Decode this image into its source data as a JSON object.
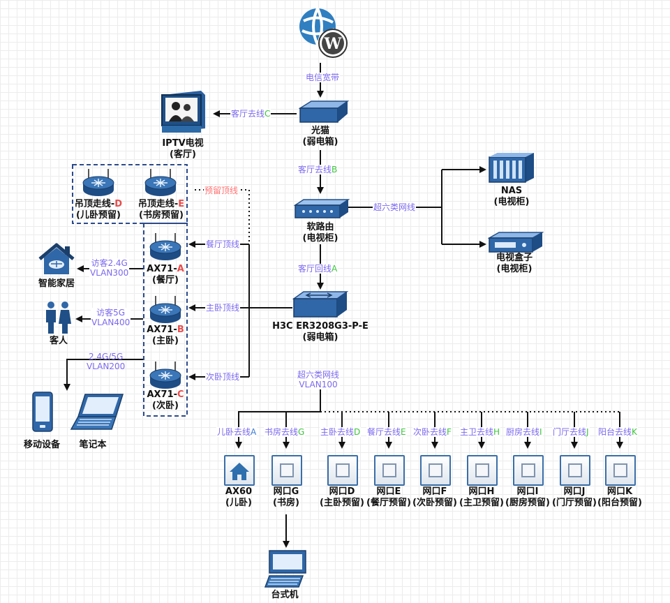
{
  "internet": {
    "label": "电信宽带"
  },
  "iptv": {
    "name": "IPTV电视",
    "location": "(客厅)",
    "link_label": "客厅去线",
    "link_letter": "C"
  },
  "modem": {
    "name": "光猫",
    "location": "(弱电箱)"
  },
  "link_b": {
    "label": "客厅去线",
    "letter": "B"
  },
  "soft_router": {
    "name": "软路由",
    "location": "(电视柜)",
    "link_label": "超六类网线"
  },
  "nas": {
    "name": "NAS",
    "location": "(电视柜)"
  },
  "tvbox": {
    "name": "电视盒子",
    "location": "(电视柜)"
  },
  "link_a": {
    "label": "客厅回线",
    "letter": "A"
  },
  "h3c": {
    "name": "H3C ER3208G3-P-E",
    "location": "(弱电箱)"
  },
  "main_cable": {
    "line1": "超六类网线",
    "line2": "VLAN100"
  },
  "ceiling_reserved": {
    "label": "预留顶线"
  },
  "ceiling_d": {
    "name": "吊顶走线-",
    "letter": "D",
    "location": "(儿卧预留)"
  },
  "ceiling_e": {
    "name": "吊顶走线-",
    "letter": "E",
    "location": "(书房预留)"
  },
  "ax71_a": {
    "name": "AX71-",
    "letter": "A",
    "location": "(餐厅)",
    "link_label": "餐厅顶线"
  },
  "ax71_b": {
    "name": "AX71-",
    "letter": "B",
    "location": "(主卧)",
    "link_label": "主卧顶线"
  },
  "ax71_c": {
    "name": "AX71-",
    "letter": "C",
    "location": "(次卧)",
    "link_label": "次卧顶线"
  },
  "smarthome": {
    "name": "智能家居",
    "link_line1": "访客2.4G",
    "link_line2": "VLAN300"
  },
  "guest": {
    "name": "客人",
    "link_line1": "访客5G",
    "link_line2": "VLAN400"
  },
  "mobile_link": {
    "line1": "2.4G/5G",
    "line2": "VLAN200"
  },
  "mobile": {
    "name": "移动设备"
  },
  "laptop": {
    "name": "笔记本"
  },
  "desktop": {
    "name": "台式机"
  },
  "ports": [
    {
      "link_label": "儿卧去线",
      "letter": "A",
      "letter_color": "#3a7bd5",
      "name": "AX60",
      "location": "(儿卧)",
      "kind": "router"
    },
    {
      "link_label": "书房去线",
      "letter": "G",
      "letter_color": "#3cc43c",
      "name": "网口G",
      "location": "(书房)",
      "kind": "port"
    },
    {
      "link_label": "主卧去线",
      "letter": "D",
      "letter_color": "#3cc43c",
      "name": "网口D",
      "location": "(主卧预留)",
      "kind": "port"
    },
    {
      "link_label": "餐厅去线",
      "letter": "E",
      "letter_color": "#3cc43c",
      "name": "网口E",
      "location": "(餐厅预留)",
      "kind": "port"
    },
    {
      "link_label": "次卧去线",
      "letter": "F",
      "letter_color": "#3cc43c",
      "name": "网口F",
      "location": "(次卧预留)",
      "kind": "port"
    },
    {
      "link_label": "主卫去线",
      "letter": "H",
      "letter_color": "#3cc43c",
      "name": "网口H",
      "location": "(主卫预留)",
      "kind": "port"
    },
    {
      "link_label": "厨房去线",
      "letter": "I",
      "letter_color": "#3cc43c",
      "name": "网口I",
      "location": "(厨房预留)",
      "kind": "port"
    },
    {
      "link_label": "门厅去线",
      "letter": "J",
      "letter_color": "#3cc43c",
      "name": "网口J",
      "location": "(门厅预留)",
      "kind": "port"
    },
    {
      "link_label": "阳台去线",
      "letter": "K",
      "letter_color": "#3cc43c",
      "name": "网口K",
      "location": "(阳台预留)",
      "kind": "port"
    }
  ],
  "colors": {
    "wire": "#111111",
    "device": "#2f6fae",
    "group_border": "#2b4a8b"
  }
}
